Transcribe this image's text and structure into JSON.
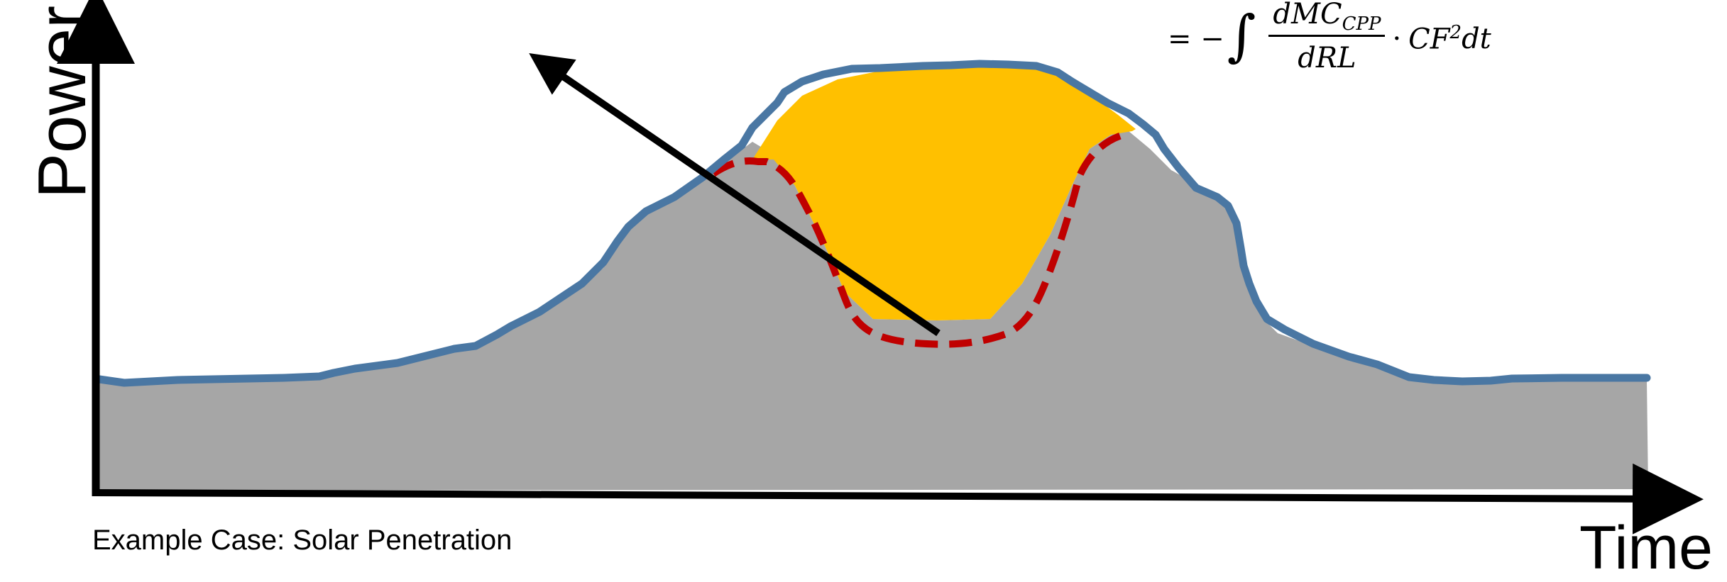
{
  "axes": {
    "y_label": "Power",
    "x_label": "Time"
  },
  "caption": "Example Case: Solar Penetration",
  "formula": {
    "prefix": "= −",
    "integral_sign": "∫",
    "numerator_base": "dMC",
    "numerator_subscript": "CPP",
    "denominator": "dRL",
    "dot": "·",
    "term_base": "CF",
    "term_superscript": "2",
    "differential": "dt"
  },
  "colors": {
    "base_load_fill": "#a6a6a6",
    "solar_fill": "#ffc000",
    "gross_load_line": "#4a77a3",
    "net_load_dashed": "#c00000",
    "arrow": "#000000",
    "axis": "#000000"
  }
}
